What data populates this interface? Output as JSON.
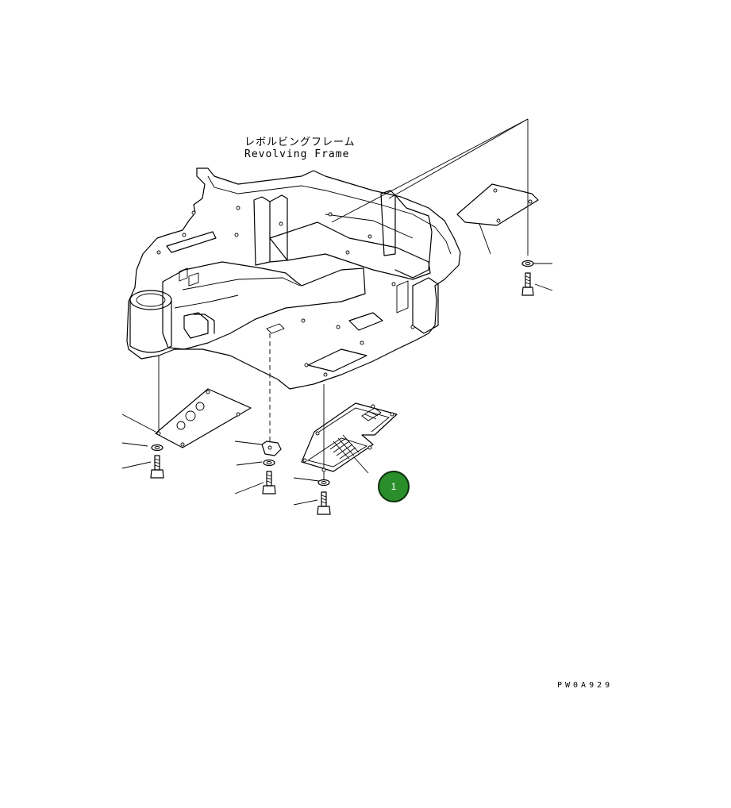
{
  "diagram": {
    "title_jp": "レボルビングフレーム",
    "title_en": "Revolving Frame",
    "drawing_code": "PW0A929",
    "callouts": [
      {
        "label": "1",
        "color": "#2a8f2a"
      }
    ]
  }
}
